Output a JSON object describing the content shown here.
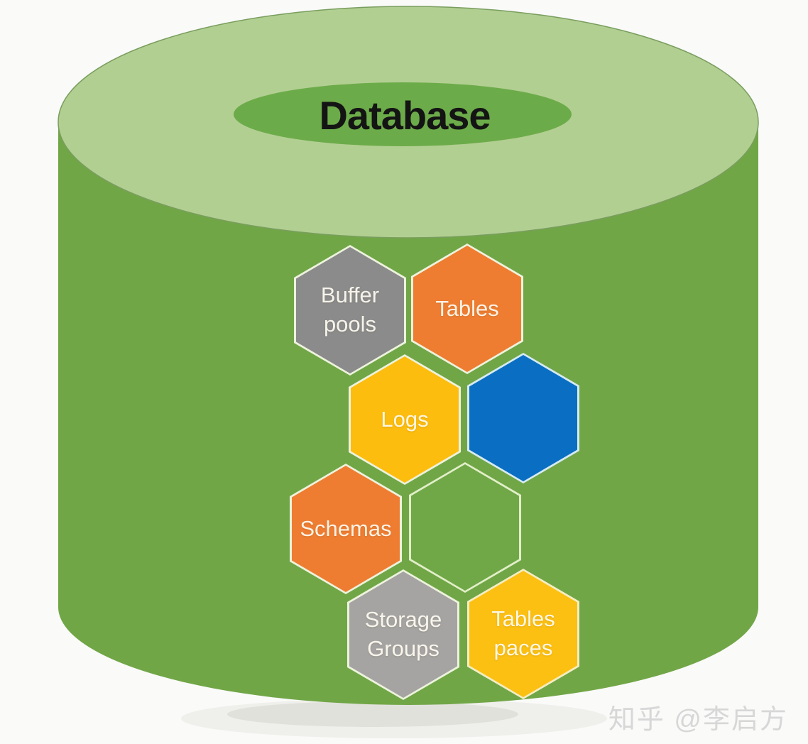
{
  "title": "Database",
  "watermark": {
    "text": "知乎 @李启方"
  },
  "hexagons": [
    {
      "name": "buffer-pools",
      "label": "Buffer pools",
      "lines": [
        "Buffer",
        "pools"
      ],
      "color": "#8b8b8b",
      "border": "#edf3dd"
    },
    {
      "name": "tables",
      "label": "Tables",
      "lines": [
        "Tables"
      ],
      "color": "#ee7d31",
      "border": "#edf3dd"
    },
    {
      "name": "logs",
      "label": "Logs",
      "lines": [
        "Logs"
      ],
      "color": "#fdbd0e",
      "border": "#edf3dd"
    },
    {
      "name": "empty-blue",
      "label": "",
      "lines": [],
      "color": "#0a6fc2",
      "border": "#d6ebf2"
    },
    {
      "name": "schemas",
      "label": "Schemas",
      "lines": [
        "Schemas"
      ],
      "color": "#ee7d31",
      "border": "#edf3dd"
    },
    {
      "name": "empty-green",
      "label": "",
      "lines": [],
      "color": "#70a848",
      "border": "#e2efc9"
    },
    {
      "name": "storage-groups",
      "label": "Storage Groups",
      "lines": [
        "Storage",
        "Groups"
      ],
      "color": "#a5a4a2",
      "border": "#edf3dd"
    },
    {
      "name": "tablespaces",
      "label": "Tables paces",
      "lines": [
        "Tables",
        "paces"
      ],
      "color": "#fcc013",
      "border": "#f4eec2"
    }
  ],
  "colors": {
    "background": "#fafaf9",
    "cylinder_body": "#71a647",
    "cylinder_top": "#b2cf92",
    "cylinder_top_outline": "#799e5e",
    "title_ellipse": "#6cab49",
    "title_text": "#141414",
    "hex_label_text": "#fffcf4",
    "watermark_text": "#d7d7d7",
    "ground_shadow": "#d9d9d5"
  }
}
